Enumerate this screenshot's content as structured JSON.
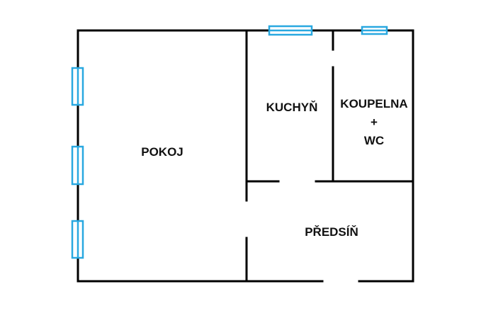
{
  "floor_plan": {
    "rooms": {
      "pokoj": {
        "label": "POKOJ"
      },
      "kuchyn": {
        "label": "KUCHYŇ"
      },
      "koupelna": {
        "label_line1": "KOUPELNA",
        "label_line2": "+",
        "label_line3": "WC"
      },
      "predsin": {
        "label": "PŘEDSÍŇ"
      }
    },
    "colors": {
      "wall": "#000000",
      "window": "#29a8e0",
      "background": "#ffffff"
    }
  }
}
